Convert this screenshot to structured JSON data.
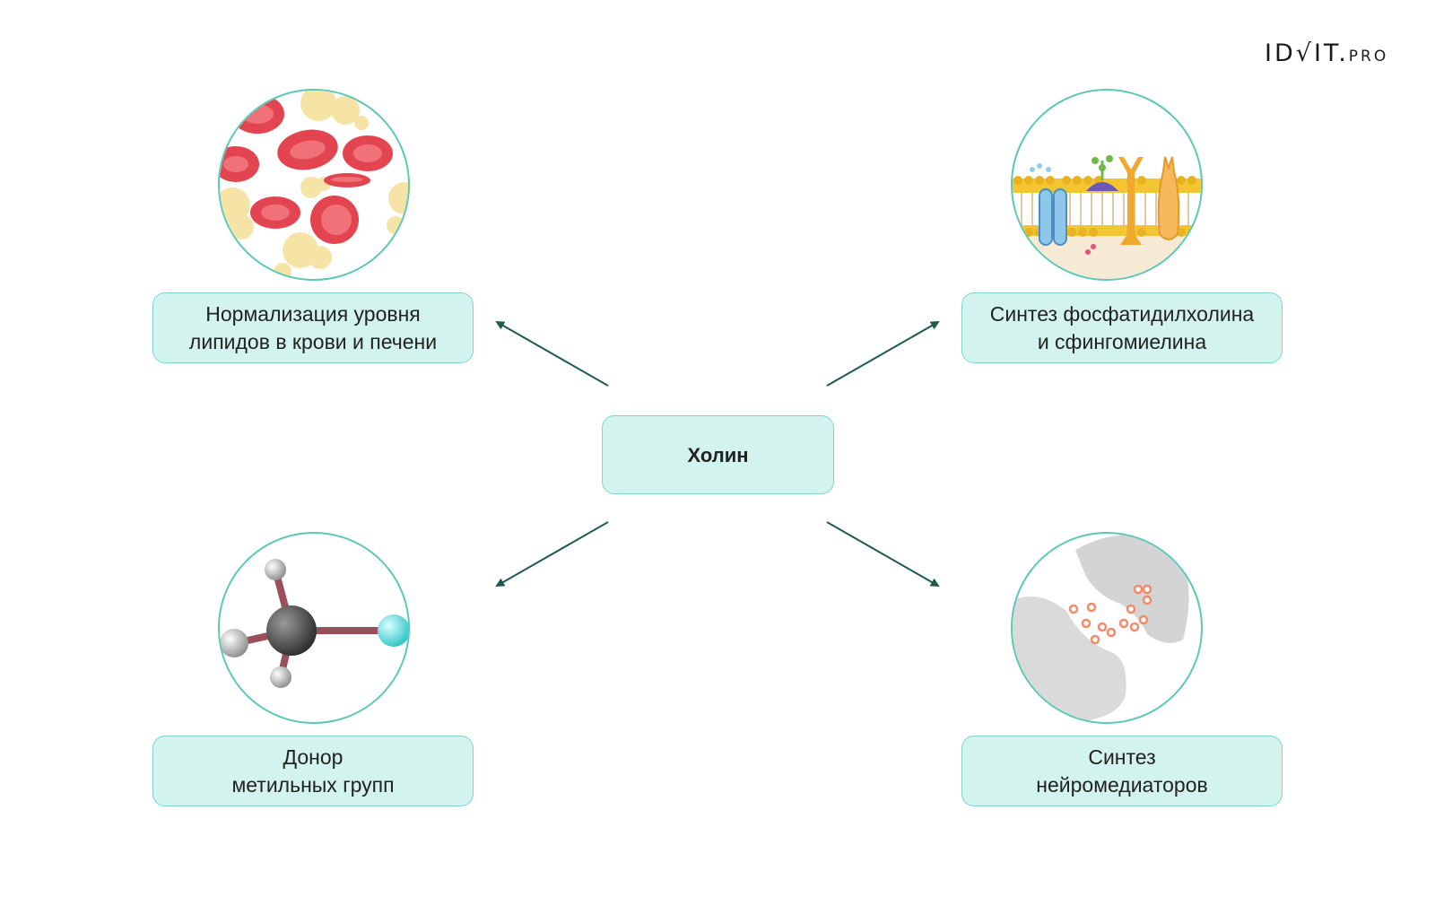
{
  "logo": {
    "main": "ID√IT.",
    "small": "PRO"
  },
  "center": {
    "label": "Холин"
  },
  "nodes": {
    "top_left": {
      "line1": "Нормализация уровня",
      "line2": "липидов в крови и печени",
      "icon": "blood-cells-icon"
    },
    "top_right": {
      "line1": "Синтез фосфатидилхолина",
      "line2": "и сфингомиелина",
      "icon": "cell-membrane-icon"
    },
    "bottom_left": {
      "line1": "Донор",
      "line2": "метильных групп",
      "icon": "methyl-molecule-icon"
    },
    "bottom_right": {
      "line1": "Синтез",
      "line2": "нейромедиаторов",
      "icon": "synapse-icon"
    }
  },
  "colors": {
    "box_fill": "#d3f3ef",
    "box_border": "#7fd6c8",
    "circle_border": "#5ec8b6",
    "arrow": "#1f5a4c"
  }
}
